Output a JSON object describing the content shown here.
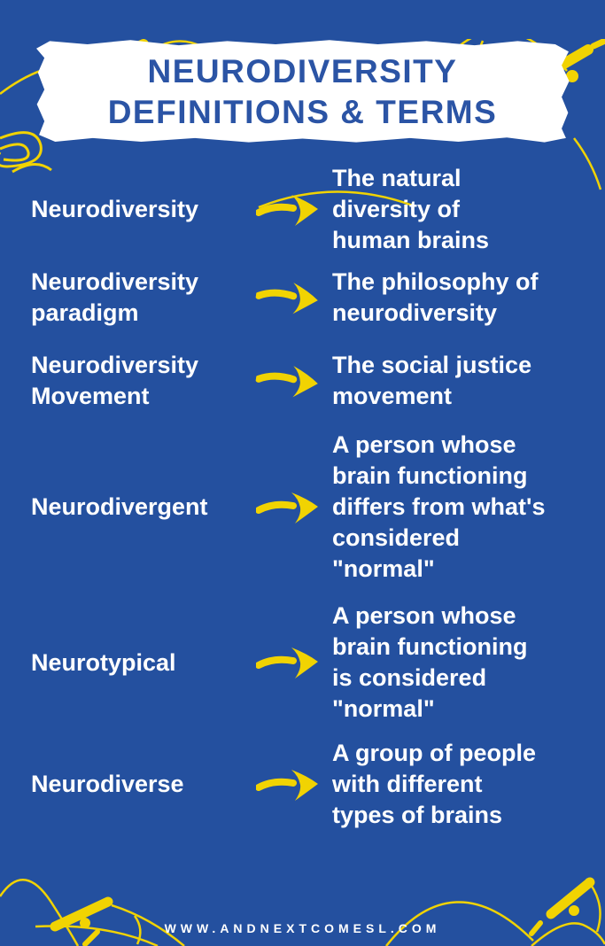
{
  "colors": {
    "background": "#24509F",
    "banner_bg": "#FFFFFF",
    "title_blue": "#2B54A5",
    "text_white": "#FFFFFF",
    "accent_yellow": "#F1D302"
  },
  "banner": {
    "title_line1": "NEURODIVERSITY",
    "title_line2": "DEFINITIONS & TERMS"
  },
  "rows": [
    {
      "term": "Neurodiversity",
      "term_lines": [
        "Neurodiversity"
      ],
      "definition": "The natural diversity of human brains",
      "definition_lines": [
        "The natural",
        "diversity of",
        "human brains"
      ]
    },
    {
      "term": "Neurodiversity paradigm",
      "term_lines": [
        "Neurodiversity",
        "paradigm"
      ],
      "definition": "The philosophy of neurodiversity",
      "definition_lines": [
        "The philosophy of",
        "neurodiversity"
      ]
    },
    {
      "term": "Neurodiversity Movement",
      "term_lines": [
        "Neurodiversity",
        "Movement"
      ],
      "definition": "The social justice movement",
      "definition_lines": [
        "The social justice",
        "movement"
      ]
    },
    {
      "term": "Neurodivergent",
      "term_lines": [
        "Neurodivergent"
      ],
      "definition": "A person whose brain functioning differs from what's considered \"normal\"",
      "definition_lines": [
        "A person whose",
        "brain functioning",
        "differs from what's",
        "considered",
        "\"normal\""
      ]
    },
    {
      "term": "Neurotypical",
      "term_lines": [
        "Neurotypical"
      ],
      "definition": "A person whose brain functioning is considered \"normal\"",
      "definition_lines": [
        "A person whose",
        "brain functioning",
        "is considered",
        "\"normal\""
      ]
    },
    {
      "term": "Neurodiverse",
      "term_lines": [
        "Neurodiverse"
      ],
      "definition": "A group of people with different types of brains",
      "definition_lines": [
        "A group of people",
        "with different",
        "types of brains"
      ]
    }
  ],
  "footer": {
    "website": "WWW.ANDNEXTCOMESL.COM"
  },
  "icons": {
    "arrow": "hand-drawn-right-arrow",
    "doodles": "fishing-rod-squiggle-doodles"
  }
}
